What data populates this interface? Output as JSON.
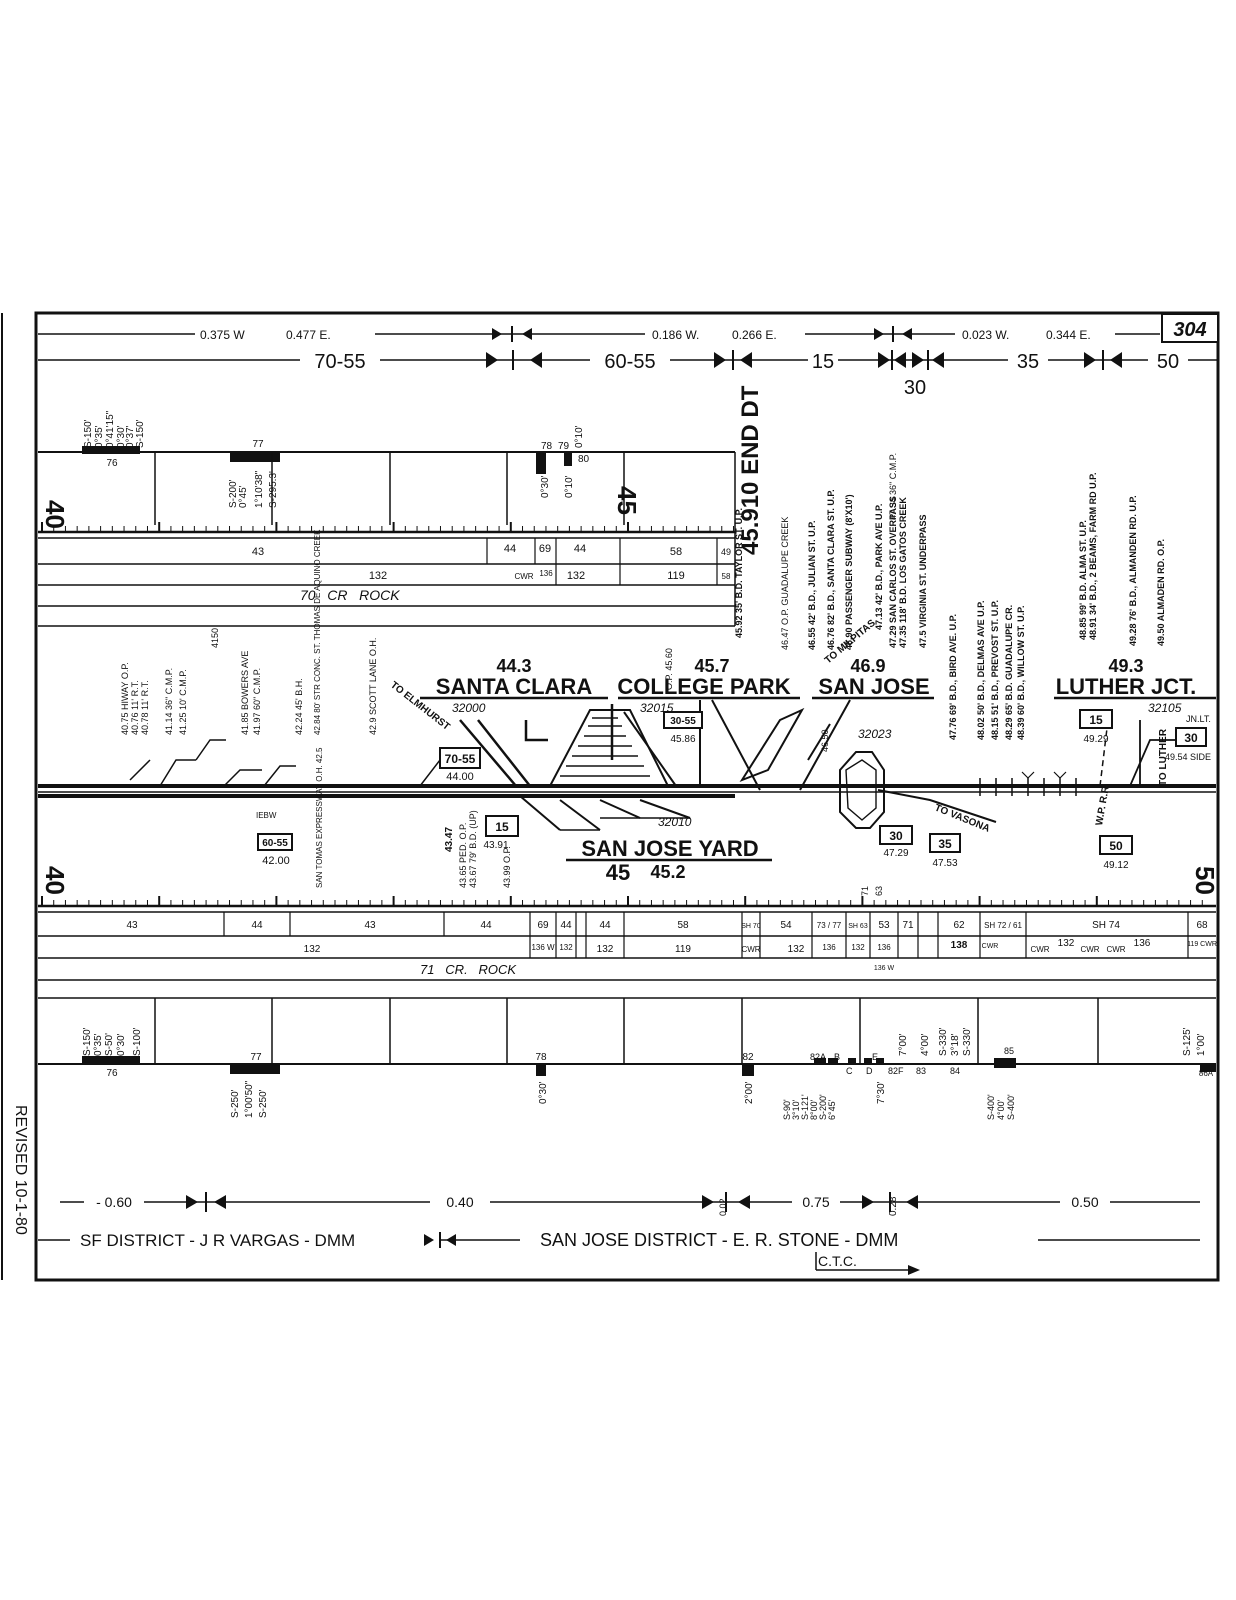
{
  "sheet": {
    "page_number": "304",
    "revised_note": "REVISED 10-1-80"
  },
  "top_distances": [
    "0.375 W",
    "0.477 E.",
    "0.186 W.",
    "0.266 E.",
    "0.023 W.",
    "0.344 E."
  ],
  "speed_limits_top": [
    "70-55",
    "60-55",
    "15",
    "30",
    "35",
    "50"
  ],
  "mileposts": {
    "mp40": "40",
    "mp45": "45",
    "mp50": "50",
    "end_dt": "45.910 END DT"
  },
  "curves_top": [
    "S-150'",
    "0°35'",
    "0°41'15\"",
    "0°30'",
    "0°37'",
    "S-150'",
    "76",
    "77",
    "S-200'",
    "0°45'",
    "1°10'38\"",
    "S-295.3'",
    "78",
    "79",
    "80",
    "0°10'",
    "0°30'",
    "0°10'"
  ],
  "rail_rows_top": {
    "rail": [
      "43",
      "44",
      "69",
      "44",
      "58",
      "49"
    ],
    "ties": [
      "132",
      "CWR",
      "136",
      "132",
      "119",
      "58"
    ],
    "ballast": "70   CR   ROCK"
  },
  "features_left": [
    "40.75 HIWAY O.P.",
    "40.76 11' R.T.",
    "40.78 11' R.T.",
    "41.14 36\" C.M.P.",
    "41.25 10' C.M.P.",
    "41.85 BOWERS AVE",
    "41.97 60\" C.M.P.",
    "42.24 45' B.H.",
    "42.84 80' STR CONC. ST. THOMAS DE AQUINO CREEK",
    "42.9 SCOTT LANE O.H.",
    "4150"
  ],
  "features_right": [
    "45.92 35' B.D. TAYLOR ST. U.P.",
    "46.47 O.P. GUADALUPE CREEK",
    "46.55 42' B.D., JULIAN ST. U.P.",
    "46.76 82' B.D., SANTA CLARA ST. U.P.",
    "46.90 PASSENGER SUBWAY (8'X10')",
    "47.13 42' B.D., PARK AVE U.P.",
    "47.29 SAN CARLOS ST. OVERPASS",
    "47.35 118' B.D. LOS GATOS CREEK",
    "47.34 36\" C.M.P.",
    "47.5 VIRGINIA ST. UNDERPASS",
    "47.76 69' B.D., BIRD AVE. U.P.",
    "48.02 50' B.D., DELMAS AVE U.P.",
    "48.15 51' B.D., PREVOST ST. U.P.",
    "48.29 65' B.D. GUADALUPE CR.",
    "48.39 60' B.D., WILLOW ST. U.P.",
    "48.85 99' B.D. ALMA ST. U.P.",
    "48.91 34' B.D., 2 BEAMS, FARM RD U.P.",
    "49.28 76' B.D., ALMANDEN RD. U.P.",
    "49.50 ALMADEN RD. O.P."
  ],
  "stations": [
    {
      "mp": "44.3",
      "name": "SANTA CLARA",
      "code": "32000"
    },
    {
      "mp": "45.7",
      "name": "COLLEGE PARK",
      "code": "32015"
    },
    {
      "mp": "46.9",
      "name": "SAN JOSE",
      "code": "32023"
    },
    {
      "mp": "49.3",
      "name": "LUTHER JCT.",
      "code": "32105"
    }
  ],
  "yard": {
    "name": "SAN JOSE YARD",
    "mp": "45.2",
    "mp_big": "45",
    "code": "32010"
  },
  "branches": {
    "elmhurst": "TO ELMHURST",
    "milpitas": "TO MILPITAS",
    "vasona": "TO VASONA",
    "luther": "TO LUTHER",
    "wp_rr": "W.P. R.R.",
    "jn_lt": "JN.LT."
  },
  "speed_signs": [
    {
      "speed": "70-55",
      "mp": "44.00"
    },
    {
      "speed": "15",
      "mp": "43.91"
    },
    {
      "speed": "60-55",
      "mp": "42.00"
    },
    {
      "speed": "30-55",
      "mp": "45.86"
    },
    {
      "speed": "30",
      "mp": "47.29"
    },
    {
      "speed": "35",
      "mp": "47.53"
    },
    {
      "speed": "15",
      "mp": "49.29"
    },
    {
      "speed": "30",
      "mp": "49.54 SIDE"
    },
    {
      "speed": "50",
      "mp": "49.12"
    }
  ],
  "misc_labels": [
    "43.47",
    "43.65 PED. O.P.",
    "43.67 79' B.D. (UP)",
    "43.99 O.P.",
    "O.P. 45.60",
    "46.50",
    "SAN TOMAS EXPRESSWAY O.H. 42.5",
    "IEBW",
    "71",
    "63"
  ],
  "rail_rows_bottom": {
    "rail": [
      "43",
      "44",
      "43",
      "44",
      "69",
      "44",
      "44",
      "58",
      "SH 70",
      "54",
      "73 / 77",
      "SH 63",
      "53",
      "71",
      "62",
      "SH 72 / 61",
      "SH 74",
      "68"
    ],
    "ties": [
      "132",
      "136 W",
      "132",
      "132",
      "119",
      "CWR",
      "132",
      "136",
      "132",
      "136",
      "138",
      "CWR",
      "132",
      "CWR",
      "CWR",
      "136",
      "CWR",
      "119 CWR",
      "136 W"
    ],
    "ballast": "71   CR.   ROCK"
  },
  "curves_bottom": [
    "S-150'",
    "0°35'",
    "S-50'",
    "0°30'",
    "S-100'",
    "76",
    "77",
    "S-250'",
    "1°00'50\"",
    "S-250'",
    "78",
    "0°30'",
    "82",
    "2°00'",
    "82A",
    "B",
    "C",
    "D",
    "E",
    "S-90'",
    "3°10'",
    "S-121'",
    "8°00'",
    "S-200'",
    "6°45'",
    "7°30'",
    "82F",
    "83",
    "7°00'",
    "84",
    "4°00'",
    "S-330'",
    "3°18'",
    "S-330'",
    "85",
    "S-400'",
    "4°00'",
    "S-400'",
    "S-125'",
    "1°00'",
    "86A"
  ],
  "bottom_distances": [
    "- 0.60",
    "0.40",
    "0.02",
    "0.75",
    "0.28",
    "0.50"
  ],
  "districts": {
    "sf": "SF DISTRICT - J R VARGAS - DMM",
    "sj": "SAN JOSE DISTRICT - E. R. STONE - DMM",
    "ctc": "C.T.C."
  }
}
